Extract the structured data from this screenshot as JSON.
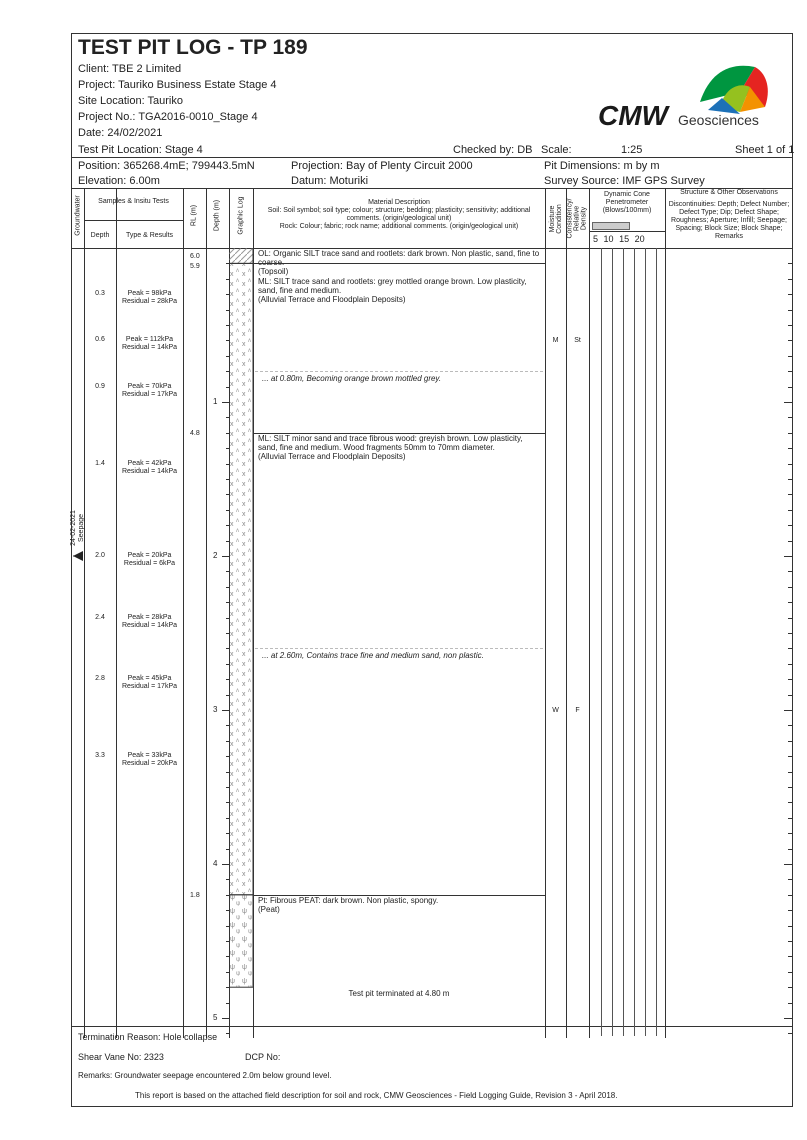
{
  "header": {
    "title": "TEST PIT LOG - TP 189",
    "client": "Client: TBE 2 Limited",
    "project": "Project: Tauriko Business Estate Stage 4",
    "site": "Site Location: Tauriko",
    "project_no": "Project No.: TGA2016-0010_Stage 4",
    "date": "Date: 24/02/2021",
    "test_pit_location": "Test Pit Location: Stage 4",
    "checked_by": "Checked by: DB",
    "scale_label": "Scale:",
    "scale": "1:25",
    "sheet": "Sheet 1 of 1",
    "position": "Position: 365268.4mE; 799443.5mN",
    "projection": "Projection: Bay of Plenty Circuit 2000",
    "pit_dimensions": "Pit Dimensions: m by m",
    "elevation": "Elevation: 6.00m",
    "datum": "Datum: Moturiki",
    "survey_source": "Survey Source: IMF GPS Survey"
  },
  "logo": {
    "text": "CMW",
    "sub": "Geosciences",
    "colors": [
      "#e52421",
      "#f39200",
      "#95c11f",
      "#009640",
      "#1d71b8"
    ]
  },
  "columns": {
    "groundwater": "Groundwater",
    "samples": "Samples & Insitu Tests",
    "depth": "Depth",
    "type_results": "Type & Results",
    "rl": "RL (m)",
    "depth_m": "Depth (m)",
    "graphic": "Graphic Log",
    "material_title": "Material Description",
    "material_soil": "Soil: Soil symbol; soil type; colour; structure; bedding; plasticity; sensitivity; additional comments. (origin/geological unit)",
    "material_rock": "Rock: Colour; fabric; rock name; additional comments. (origin/geological unit)",
    "moisture": "Moisture Condition",
    "consistency": "Consistency/ Relative Density",
    "dcp": "Dynamic Cone Penetrometer (Blows/100mm)",
    "dcp_ticks": [
      "5",
      "10",
      "15",
      "20"
    ],
    "structure_title": "Structure & Other Observations",
    "structure_desc": "Discontinuities: Depth; Defect Number; Defect Type; Dip; Defect Shape; Roughness; Aperture; Infill; Seepage; Spacing; Block Size; Block Shape; Remarks"
  },
  "samples": [
    {
      "depth": "0.3",
      "d": 0.3,
      "peak": "Peak = 98kPa",
      "residual": "Residual = 28kPa"
    },
    {
      "depth": "0.6",
      "d": 0.6,
      "peak": "Peak = 112kPa",
      "residual": "Residual = 14kPa"
    },
    {
      "depth": "0.9",
      "d": 0.9,
      "peak": "Peak = 70kPa",
      "residual": "Residual = 17kPa"
    },
    {
      "depth": "1.4",
      "d": 1.4,
      "peak": "Peak = 42kPa",
      "residual": "Residual = 14kPa"
    },
    {
      "depth": "2.0",
      "d": 2.0,
      "peak": "Peak = 20kPa",
      "residual": "Residual = 6kPa"
    },
    {
      "depth": "2.4",
      "d": 2.4,
      "peak": "Peak = 28kPa",
      "residual": "Residual = 14kPa"
    },
    {
      "depth": "2.8",
      "d": 2.8,
      "peak": "Peak = 45kPa",
      "residual": "Residual = 17kPa"
    },
    {
      "depth": "3.3",
      "d": 3.3,
      "peak": "Peak = 33kPa",
      "residual": "Residual = 20kPa"
    }
  ],
  "rl": [
    {
      "v": "6.0",
      "d": 0.05
    },
    {
      "v": "5.9",
      "d": 0.1
    },
    {
      "v": "4.8",
      "d": 1.2
    },
    {
      "v": "1.8",
      "d": 4.2
    }
  ],
  "depth_labels": [
    "1",
    "2",
    "3",
    "4",
    "5"
  ],
  "layers": [
    {
      "d": 0.0,
      "text": "OL: Organic SILT trace sand and rootlets: dark brown. Non plastic, sand, fine to coarse.",
      "unit": "(Topsoil)"
    },
    {
      "d": 0.1,
      "text": "ML: SILT trace sand and rootlets: grey mottled orange brown. Low plasticity, sand, fine and medium.",
      "unit": "(Alluvial Terrace and Floodplain Deposits)"
    },
    {
      "d": 1.2,
      "text": "ML: SILT minor sand and trace fibrous wood: greyish brown. Low plasticity, sand, fine and medium. Wood fragments 50mm to 70mm diameter.",
      "unit": "(Alluvial Terrace and Floodplain Deposits)"
    },
    {
      "d": 4.2,
      "text": "Pt: Fibrous PEAT: dark brown. Non plastic, spongy.",
      "unit": "(Peat)"
    }
  ],
  "notes": [
    {
      "d": 0.8,
      "text": "...  at 0.80m, Becoming orange brown mottled grey."
    },
    {
      "d": 2.6,
      "text": "...  at 2.60m, Contains trace fine and medium sand, non plastic."
    }
  ],
  "terminated": "Test pit terminated at 4.80 m",
  "moisture": [
    {
      "d": 0.6,
      "v": "M"
    },
    {
      "d": 3.0,
      "v": "W"
    }
  ],
  "consistency": [
    {
      "d": 0.6,
      "v": "St"
    },
    {
      "d": 3.0,
      "v": "F"
    }
  ],
  "groundwater": {
    "date": "24-02-2021",
    "type": "Seepage"
  },
  "footer": {
    "termination": "Termination Reason:  Hole collapse",
    "shear_vane": "Shear Vane No:   2323",
    "dcp_no": "DCP No:",
    "remarks": "Remarks:  Groundwater seepage encountered 2.0m below ground level.",
    "report": "This report is based on the attached field description for soil and rock, CMW Geosciences - Field Logging Guide, Revision 3 - April 2018."
  }
}
